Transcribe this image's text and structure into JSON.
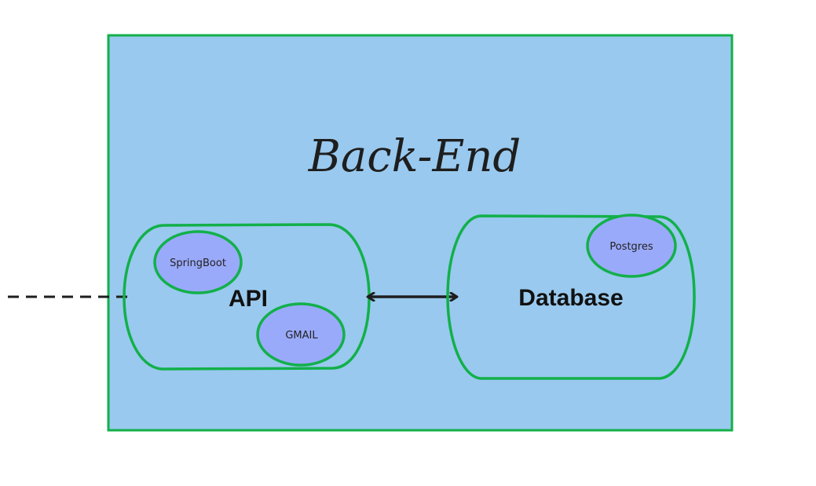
{
  "colors": {
    "container_fill": "#99c9ee",
    "stroke_green": "#12b04a",
    "bubble_fill": "#9aaafa",
    "line_dark": "#1e1e1e",
    "background": "#ffffff"
  },
  "backend": {
    "title": "Back-End"
  },
  "api": {
    "label": "API",
    "components": [
      {
        "label": "SpringBoot"
      },
      {
        "label": "GMAIL"
      }
    ]
  },
  "database": {
    "label": "Database",
    "components": [
      {
        "label": "Postgres"
      }
    ]
  },
  "connectors": [
    {
      "type": "dashed-line",
      "from": "external",
      "to": "api"
    },
    {
      "type": "double-arrow",
      "from": "api",
      "to": "database"
    }
  ]
}
